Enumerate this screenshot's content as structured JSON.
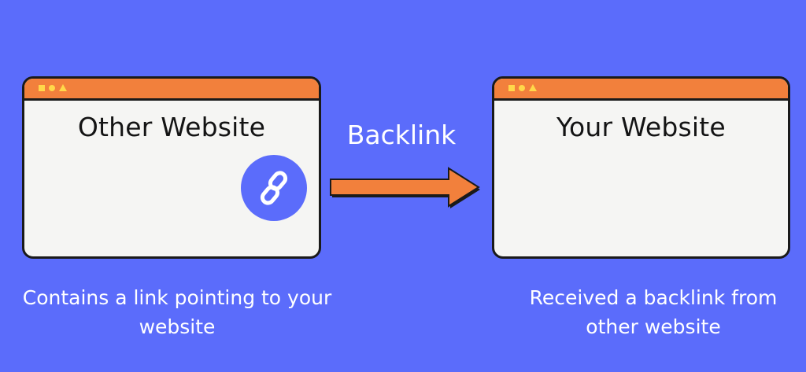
{
  "colors": {
    "background": "#5b6cfb",
    "window_bar": "#f2803c",
    "window_body": "#f5f5f3",
    "window_dots": "#ffd84a",
    "arrow": "#f2803c",
    "outline": "#1a1a1a"
  },
  "left_window": {
    "title": "Other Website",
    "icon": "chain-link-icon"
  },
  "connector": {
    "label": "Backlink",
    "icon": "arrow-right-icon"
  },
  "right_window": {
    "title": "Your Website"
  },
  "captions": {
    "left": "Contains a link pointing to your website",
    "right": "Received a backlink from other website"
  }
}
